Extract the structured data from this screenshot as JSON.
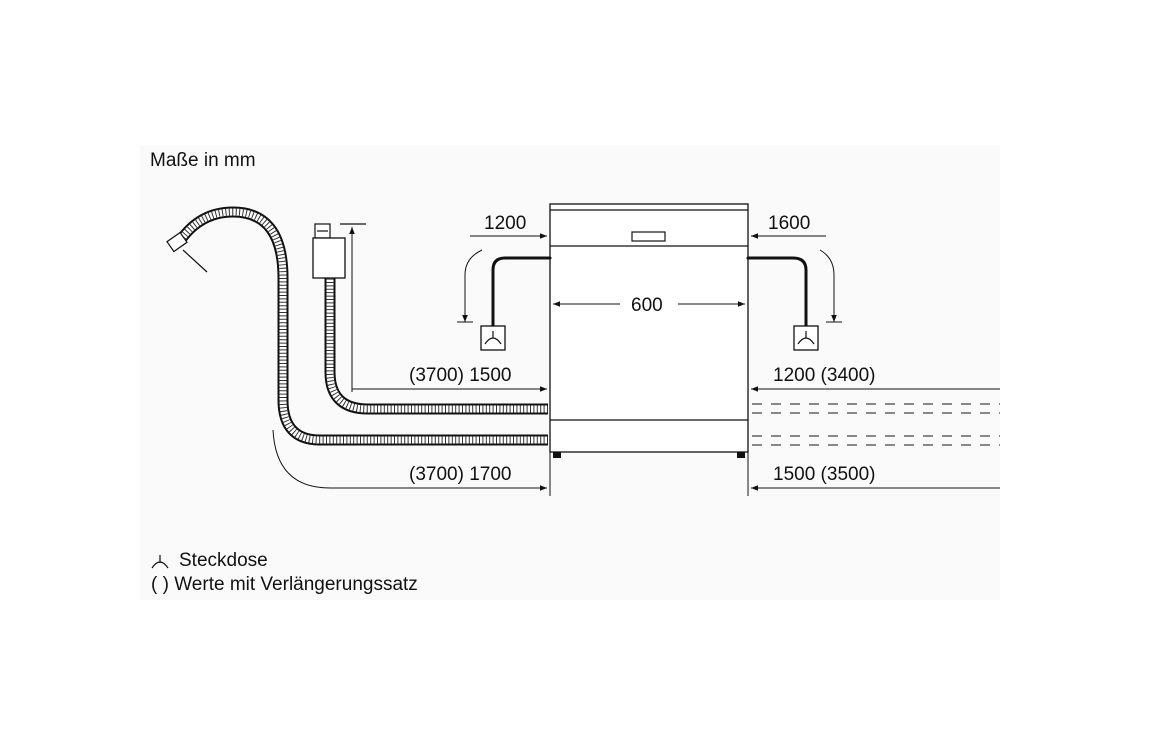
{
  "title": "Maße in mm",
  "dimensions": {
    "width": "600",
    "left_top": "1200",
    "right_top": "1600",
    "left_inlet": "(3700) 1500",
    "right_inlet": "1200 (3400)",
    "left_drain": "(3700) 1700",
    "right_drain": "1500 (3500)"
  },
  "legend": {
    "socket_symbol": "⊥",
    "socket_label": "Steckdose",
    "extension_label": "( ) Werte mit Verlängerungssatz"
  }
}
